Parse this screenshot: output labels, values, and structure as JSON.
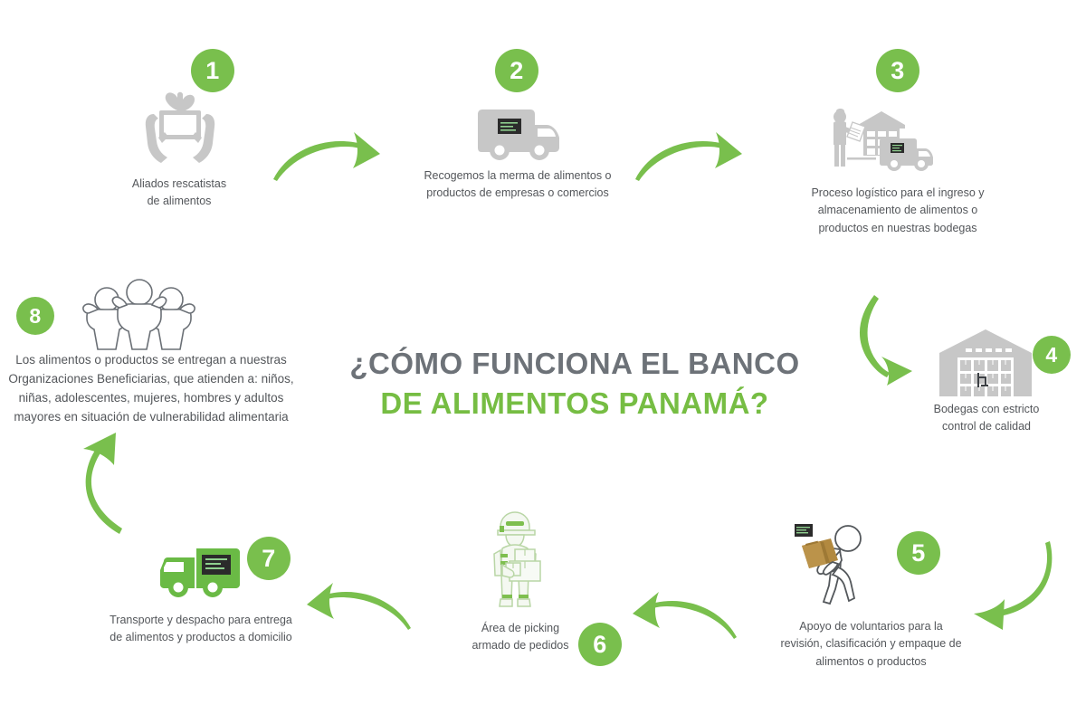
{
  "title": {
    "line1": "¿CÓMO FUNCIONA EL BANCO",
    "line2": "DE ALIMENTOS PANAMÁ?",
    "color_line1": "#6d7278",
    "color_line2": "#76bd43"
  },
  "theme": {
    "green": "#79bf4d",
    "green_title": "#76bd43",
    "gray_icon": "#c7c7c7",
    "text_gray": "#53565a",
    "outline_gray": "#6b7076",
    "box_brown": "#b2893f",
    "white": "#ffffff"
  },
  "steps": [
    {
      "number": "1",
      "caption": "Aliados rescatistas\nde alimentos",
      "icon": "hands-holding-food-crate-icon"
    },
    {
      "number": "2",
      "caption": "Recogemos la merma de alimentos o\nproductos de empresas o comercios",
      "icon": "delivery-van-icon"
    },
    {
      "number": "3",
      "caption": "Proceso logístico para el ingreso y\nalmacenamiento de alimentos o\nproductos en nuestras bodegas",
      "icon": "worker-warehouse-truck-icon"
    },
    {
      "number": "4",
      "caption": "Bodegas con estricto\ncontrol de calidad",
      "icon": "warehouse-shelves-icon"
    },
    {
      "number": "5",
      "caption": "Apoyo de voluntarios para la\nrevisión, clasificación y empaque de\nalimentos o productos",
      "icon": "volunteer-carrying-box-icon"
    },
    {
      "number": "6",
      "caption": "Área de picking\narmado de pedidos",
      "icon": "picker-worker-boxes-icon"
    },
    {
      "number": "7",
      "caption": "Transporte y despacho para entrega\nde alimentos y productos a domicilio",
      "icon": "green-delivery-truck-icon"
    },
    {
      "number": "8",
      "caption": "Los alimentos o productos se entregan a nuestras\nOrganizaciones Beneficiarias, que atienden a: niños,\nniñas, adolescentes, mujeres, hombres y adultos\nmayores en situación de vulnerabilidad alimentaria",
      "icon": "three-people-group-icon"
    }
  ],
  "arrows": [
    {
      "name": "arrow-step1-to-step2",
      "direction": "right"
    },
    {
      "name": "arrow-step2-to-step3",
      "direction": "right"
    },
    {
      "name": "arrow-step3-to-step4",
      "direction": "down-right"
    },
    {
      "name": "arrow-step4-to-step5",
      "direction": "down-left"
    },
    {
      "name": "arrow-step5-to-step6",
      "direction": "left"
    },
    {
      "name": "arrow-step6-to-step7",
      "direction": "left"
    },
    {
      "name": "arrow-step7-to-step8",
      "direction": "up"
    }
  ]
}
